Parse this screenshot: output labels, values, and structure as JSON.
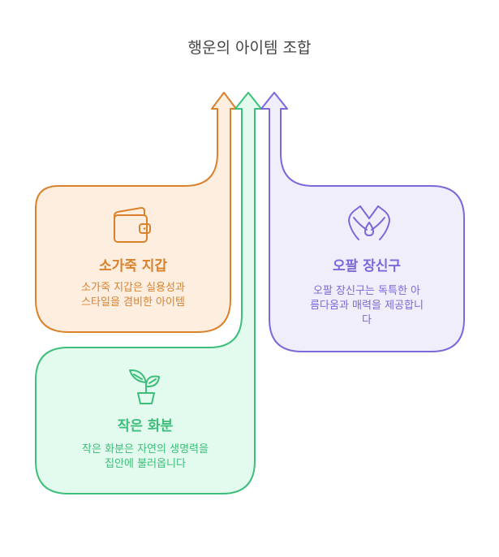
{
  "title": "행운의 아이템 조합",
  "items": [
    {
      "heading": "소가죽 지갑",
      "description_lines": [
        "소가죽 지갑은 실용성과",
        "스타일을 겸비한 아이템"
      ],
      "icon": "wallet-icon",
      "color": "#D9822B",
      "fill": "#FDEEE0"
    },
    {
      "heading": "작은 화분",
      "description_lines": [
        "작은 화분은 자연의 생명력을",
        "집안에 불러옵니다"
      ],
      "icon": "plant-pot-icon",
      "color": "#3DBE7A",
      "fill": "#E3FAEE"
    },
    {
      "heading": "오팔 장신구",
      "description_lines": [
        "오팔 장신구는 독특한 아",
        "름다움과 매력을 제공합니",
        "다"
      ],
      "icon": "jewelry-hands-icon",
      "color": "#7B68D9",
      "fill": "#F1EEFC"
    }
  ]
}
